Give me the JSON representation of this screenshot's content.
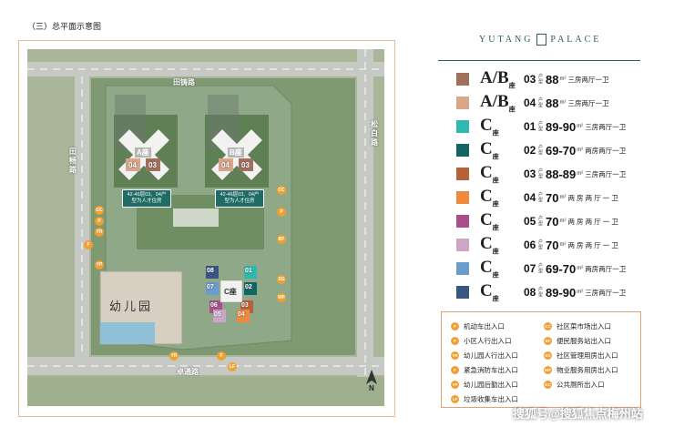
{
  "page_title": "（三）总平面示意图",
  "map": {
    "roads": {
      "north": "田铸路",
      "west": "田畅路",
      "east": "松白路",
      "south": "卓通路"
    },
    "buildings": {
      "a": {
        "label": "A座",
        "units": [
          "04",
          "03"
        ],
        "note": "42-46层03、04户型为人才住房"
      },
      "b": {
        "label": "B座",
        "units": [
          "04",
          "03"
        ],
        "note": "42-46层03、04户型为人才住房"
      },
      "c": {
        "label": "C座",
        "units": [
          "08",
          "01",
          "07",
          "02",
          "06",
          "03",
          "05",
          "04"
        ]
      }
    },
    "kindergarten": "幼儿园",
    "markers": [
      "CC",
      "P",
      "YR",
      "F",
      "YP",
      "CC",
      "P",
      "SG",
      "BF",
      "WF",
      "YR",
      "F",
      "LF"
    ],
    "compass": "N"
  },
  "brand": {
    "left": "YUTANG",
    "right": "PALACE"
  },
  "legend": [
    {
      "color": "#a0705a",
      "name": "A/B",
      "sub": "座",
      "unit": "03",
      "area": "88",
      "layout": "三房两厅一卫"
    },
    {
      "color": "#d9a68a",
      "name": "A/B",
      "sub": "座",
      "unit": "04",
      "area": "88",
      "layout": "三房两厅一卫"
    },
    {
      "color": "#2fb8b0",
      "name": "C",
      "sub": "座",
      "unit": "01",
      "area": "89-90",
      "layout": "三房两厅一卫"
    },
    {
      "color": "#136563",
      "name": "C",
      "sub": "座",
      "unit": "02",
      "area": "69-70",
      "layout": "两房两厅一卫"
    },
    {
      "color": "#b8623a",
      "name": "C",
      "sub": "座",
      "unit": "03",
      "area": "88-89",
      "layout": "三房两厅一卫"
    },
    {
      "color": "#ef8a3c",
      "name": "C",
      "sub": "座",
      "unit": "04",
      "area": "70",
      "layout": "两 房 两 厅 一 卫"
    },
    {
      "color": "#a9508c",
      "name": "C",
      "sub": "座",
      "unit": "05",
      "area": "70",
      "layout": "两 房 两 厅 一 卫"
    },
    {
      "color": "#cda5c6",
      "name": "C",
      "sub": "座",
      "unit": "06",
      "area": "70",
      "layout": "两 房 两 厅 一 卫"
    },
    {
      "color": "#6b9cce",
      "name": "C",
      "sub": "座",
      "unit": "07",
      "area": "69-70",
      "layout": "两房两厅一卫"
    },
    {
      "color": "#3a5582",
      "name": "C",
      "sub": "座",
      "unit": "08",
      "area": "89-90",
      "layout": "三房两厅一卫"
    }
  ],
  "huxing_label": "户型",
  "sqm_label": "m²",
  "facilities": [
    {
      "code": "P",
      "label": "机动车出入口"
    },
    {
      "code": "CC",
      "label": "社区菜市场出入口"
    },
    {
      "code": "P",
      "label": "小区人行出入口"
    },
    {
      "code": "BF",
      "label": "便民服务站出入口"
    },
    {
      "code": "YR",
      "label": "幼儿园人行出入口"
    },
    {
      "code": "SG",
      "label": "社区管理用房出入口"
    },
    {
      "code": "F",
      "label": "紧急消防车出入口"
    },
    {
      "code": "WF",
      "label": "物业服务用房出入口"
    },
    {
      "code": "YP",
      "label": "幼儿园后勤出入口"
    },
    {
      "code": "GC",
      "label": "公共厕所出入口"
    },
    {
      "code": "LF",
      "label": "垃圾收集车出入口"
    }
  ],
  "watermark": "搜狐号@搜狐焦点梅州站"
}
